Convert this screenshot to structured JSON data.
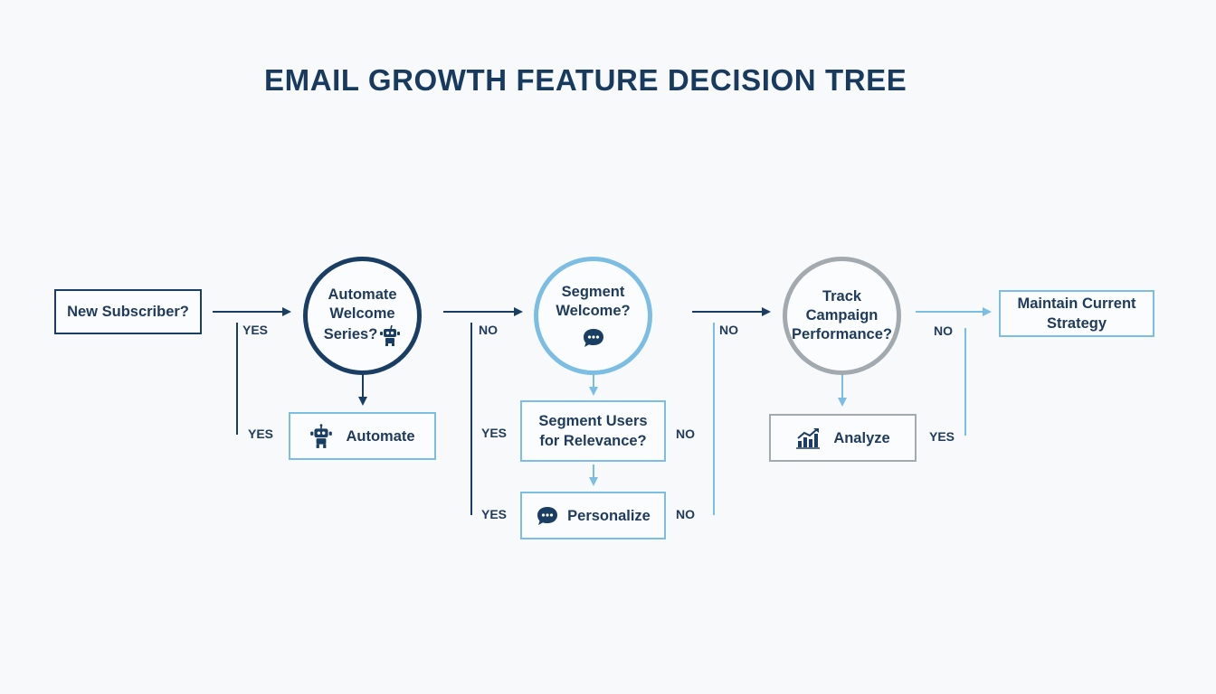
{
  "title": "EMAIL GROWTH FEATURE DECISION TREE",
  "colors": {
    "dark": "#1a3d63",
    "light": "#7cbde4",
    "gray": "#a2a9af",
    "background": "#f7f9fa"
  },
  "nodes": {
    "new_subscriber": "New Subscriber?",
    "automate_welcome": {
      "line1": "Automate",
      "line2": "Welcome",
      "line3": "Series?",
      "icon": "robot-icon"
    },
    "segment_welcome": {
      "line1": "Segment",
      "line2": "Welcome?",
      "icon": "chat-bubble-icon"
    },
    "track_campaign": {
      "line1": "Track",
      "line2": "Campaign",
      "line3": "Performance?"
    },
    "maintain_strategy": {
      "line1": "Maintain Current",
      "line2": "Strategy"
    },
    "automate": {
      "label": "Automate",
      "icon": "robot-icon"
    },
    "segment_users": {
      "line1": "Segment Users",
      "line2": "for Relevance?"
    },
    "personalize": {
      "label": "Personalize",
      "icon": "chat-bubble-icon"
    },
    "analyze": {
      "label": "Analyze",
      "icon": "bar-chart-icon"
    }
  },
  "edge_labels": {
    "yes_1": "YES",
    "yes_2": "YES",
    "no_1": "NO",
    "yes_3": "YES",
    "yes_4": "YES",
    "no_2": "NO",
    "no_3": "NO",
    "no_4": "NO",
    "no_5": "NO",
    "yes_5": "YES"
  }
}
